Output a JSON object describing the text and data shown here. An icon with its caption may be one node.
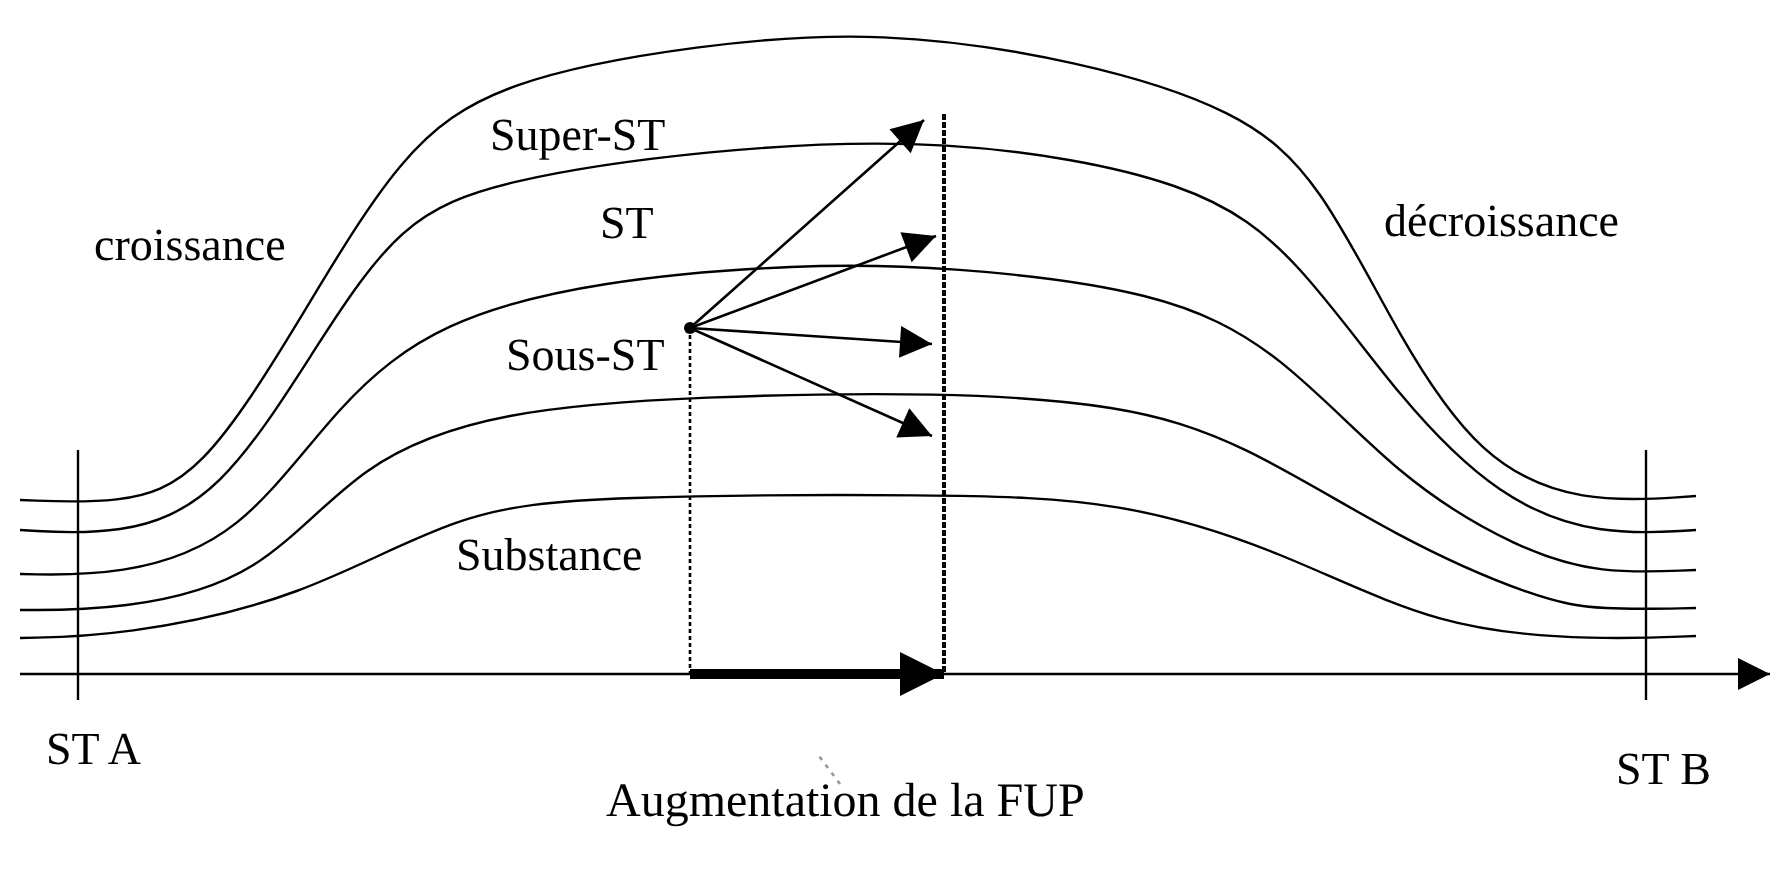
{
  "diagram": {
    "nodes": [
      {
        "text": [
          "ST"
        ]
      },
      {
        "text": [
          "Augmentation de la FUP"
        ]
      }
    ],
    "edges": [
      {
        "from": 0,
        "to": null,
        "arrow": "to"
      },
      {
        "from": 0,
        "to": null,
        "arrow": "to"
      },
      {
        "from": 0,
        "to": null,
        "arrow": "to"
      },
      {
        "from": 0,
        "to": null,
        "arrow": "to"
      },
      {
        "from": 1,
        "to": null,
        "arrow": "none",
        "style": "dashed",
        "color": "#999999"
      }
    ],
    "labels": [
      "Super-ST",
      "croissance",
      "décroissance",
      "Sous-ST",
      "Substance",
      "ST A",
      "ST B"
    ]
  }
}
